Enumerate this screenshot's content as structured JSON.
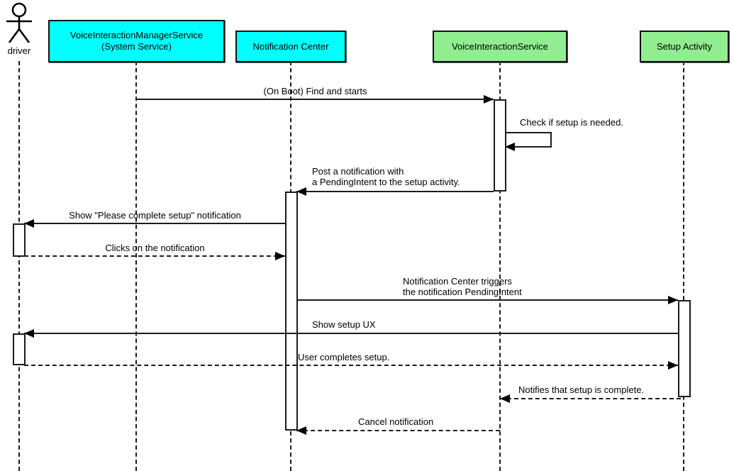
{
  "diagram": {
    "kind": "uml-sequence-diagram",
    "colors": {
      "participant_cyan": "#00ffff",
      "participant_green": "#90ee90",
      "line": "#000000",
      "background": "#ffffff"
    }
  },
  "participants": [
    {
      "id": "driver",
      "kind": "actor",
      "label": "driver"
    },
    {
      "id": "voice-interaction-manager-service",
      "kind": "box",
      "label": "VoiceInteractionManagerService\n(System Service)",
      "color": "#00ffff"
    },
    {
      "id": "notification-center",
      "kind": "box",
      "label": "Notification Center",
      "color": "#00ffff"
    },
    {
      "id": "voice-interaction-service",
      "kind": "box",
      "label": "VoiceInteractionService",
      "color": "#90ee90"
    },
    {
      "id": "setup-activity",
      "kind": "box",
      "label": "Setup Activity",
      "color": "#90ee90"
    }
  ],
  "messages": [
    {
      "from": "VoiceInteractionManagerService",
      "to": "VoiceInteractionService",
      "style": "solid",
      "label": "(On Boot) Find and starts"
    },
    {
      "from": "VoiceInteractionService",
      "to": "VoiceInteractionService",
      "style": "solid-self",
      "label": "Check if setup is needed."
    },
    {
      "from": "VoiceInteractionService",
      "to": "Notification Center",
      "style": "solid",
      "label": "Post a notification with\na PendingIntent to the setup activity."
    },
    {
      "from": "Notification Center",
      "to": "driver",
      "style": "solid",
      "label": "Show \"Please complete setup\" notification"
    },
    {
      "from": "driver",
      "to": "Notification Center",
      "style": "dashed",
      "label": "Clicks on the notification"
    },
    {
      "from": "Notification Center",
      "to": "Setup Activity",
      "style": "solid",
      "label": "Notification Center triggers\nthe notification PendingIntent"
    },
    {
      "from": "Setup Activity",
      "to": "driver",
      "style": "solid",
      "label": "Show setup UX"
    },
    {
      "from": "driver",
      "to": "Setup Activity",
      "style": "dashed",
      "label": "User completes setup."
    },
    {
      "from": "Setup Activity",
      "to": "VoiceInteractionService",
      "style": "dashed",
      "label": "Notifies that setup is complete."
    },
    {
      "from": "VoiceInteractionService",
      "to": "Notification Center",
      "style": "dashed",
      "label": "Cancel notification"
    }
  ]
}
